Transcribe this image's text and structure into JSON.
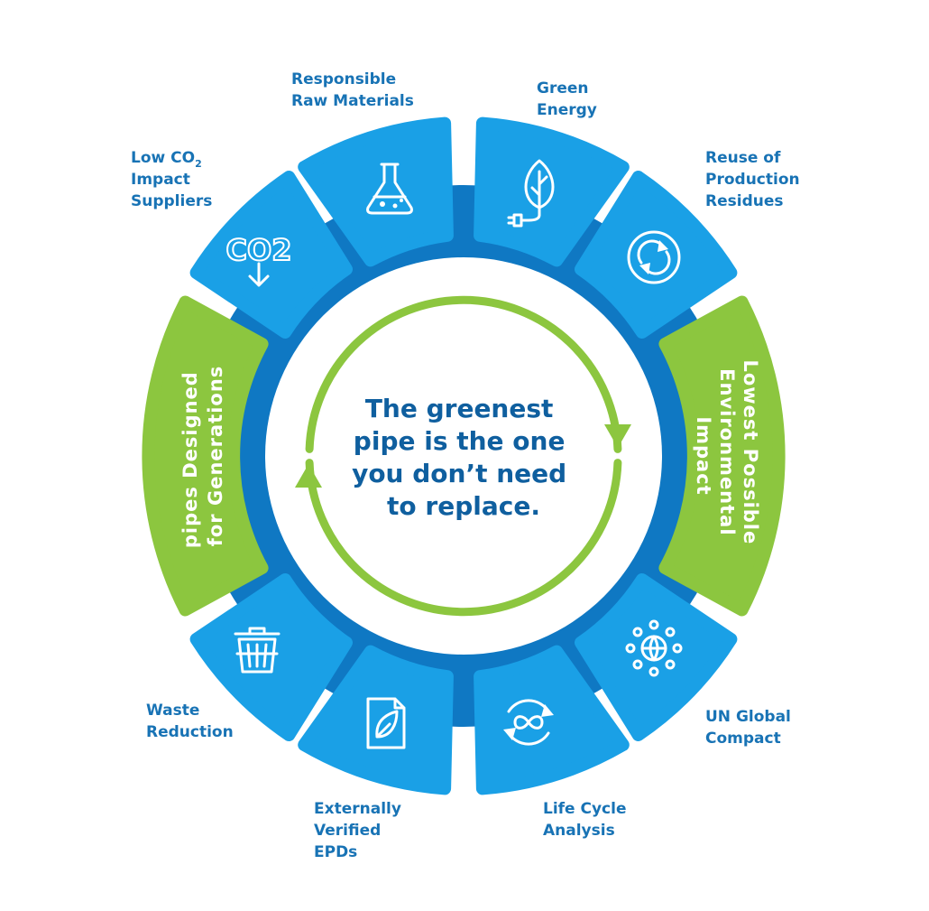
{
  "center": {
    "lines": [
      "The greenest",
      "pipe is the one",
      "you don’t need",
      "to replace."
    ]
  },
  "green_segments": {
    "left": [
      "pipes Designed",
      "for Generations"
    ],
    "right": [
      "Lowest Possible",
      "Environmental",
      "Impact"
    ]
  },
  "items": [
    {
      "id": "raw-materials",
      "icon": "flask-icon",
      "label": [
        "Responsible",
        "Raw Materials"
      ]
    },
    {
      "id": "green-energy",
      "icon": "leaf-plug-icon",
      "label": [
        "Green",
        "Energy"
      ]
    },
    {
      "id": "reuse-residues",
      "icon": "recycle-arrows-icon",
      "label": [
        "Reuse of",
        "Production",
        "Residues"
      ]
    },
    {
      "id": "un-global-compact",
      "icon": "globe-wreath-icon",
      "label": [
        "UN Global",
        "Compact"
      ]
    },
    {
      "id": "life-cycle",
      "icon": "infinity-cycle-icon",
      "label": [
        "Life Cycle",
        "Analysis"
      ]
    },
    {
      "id": "epds",
      "icon": "leaf-document-icon",
      "label": [
        "Externally",
        "Verified",
        "EPDs"
      ]
    },
    {
      "id": "waste",
      "icon": "waste-basket-icon",
      "label": [
        "Waste",
        "Reduction"
      ]
    },
    {
      "id": "low-co2",
      "icon": "co2-down-icon",
      "label": [
        "Low CO",
        "Impact",
        "Suppliers"
      ],
      "subscript": "2",
      "icon_text": "CO2"
    }
  ],
  "colors": {
    "light_blue": "#1aa0e6",
    "dark_blue": "#0f78c3",
    "green": "#8cc63f",
    "label_blue": "#1873b5",
    "center_text": "#0f5f9f"
  }
}
